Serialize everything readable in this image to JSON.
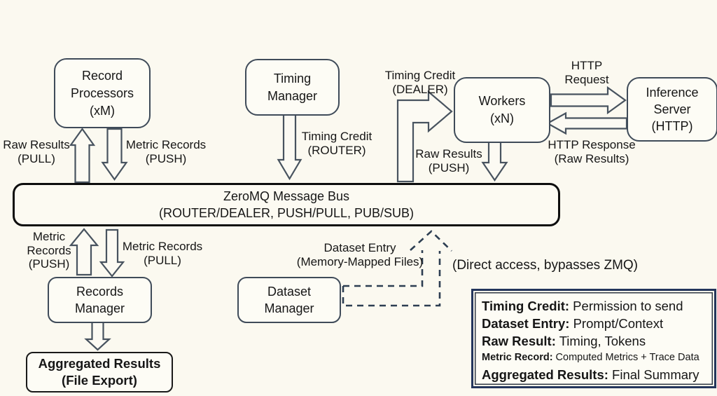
{
  "title": "ZeroMQ benchmarking architecture diagram",
  "colors": {
    "background": "#fbf9f0",
    "node_border": "#3f4b59",
    "bus_border": "#0d0d0d",
    "arrow_outline": "#48535f",
    "arrow_fill": "#fcfaf3",
    "dashed_arrow": "#2d3e52",
    "legend_border": "#24365c",
    "text": "#161616"
  },
  "nodes": {
    "record_processors": {
      "line1": "Record",
      "line2": "Processors",
      "line3": "(xM)"
    },
    "timing_manager": {
      "line1": "Timing",
      "line2": "Manager"
    },
    "workers": {
      "line1": "Workers",
      "line2": "(xN)"
    },
    "inference_server": {
      "line1": "Inference",
      "line2": "Server",
      "line3": "(HTTP)"
    },
    "bus": {
      "line1": "ZeroMQ Message Bus",
      "line2": "(ROUTER/DEALER, PUSH/PULL, PUB/SUB)"
    },
    "records_manager": {
      "line1": "Records",
      "line2": "Manager"
    },
    "dataset_manager": {
      "line1": "Dataset",
      "line2": "Manager"
    },
    "aggregated_results": {
      "line1": "Aggregated Results",
      "line2": "(File Export)"
    }
  },
  "edge_labels": {
    "raw_results_pull": {
      "line1": "Raw Results",
      "line2": "(PULL)"
    },
    "metric_records_push_top": {
      "line1": "Metric Records",
      "line2": "(PUSH)"
    },
    "timing_credit_router": {
      "line1": "Timing Credit",
      "line2": "(ROUTER)"
    },
    "timing_credit_dealer": {
      "line1": "Timing Credit",
      "line2": "(DEALER)"
    },
    "http_request": {
      "line1": "HTTP",
      "line2": "Request"
    },
    "http_response": {
      "line1": "HTTP Response",
      "line2": "(Raw Results)"
    },
    "raw_results_push": {
      "line1": "Raw Results",
      "line2": "(PUSH)"
    },
    "metric_records_push_bottom": {
      "line1": "Metric",
      "line2": "Records",
      "line3": "(PUSH)"
    },
    "metric_records_pull": {
      "line1": "Metric Records",
      "line2": "(PULL)"
    },
    "dataset_entry": {
      "line1": "Dataset Entry",
      "line2": "(Memory-Mapped Files)"
    },
    "direct_access": "(Direct access, bypasses ZMQ)"
  },
  "legend": {
    "items": [
      {
        "term": "Timing Credit:",
        "desc": " Permission to send"
      },
      {
        "term": "Dataset Entry:",
        "desc": " Prompt/Context"
      },
      {
        "term": "Raw Result:",
        "desc": " Timing, Tokens"
      },
      {
        "term": "Metric Record:",
        "desc": " Computed Metrics + Trace Data"
      },
      {
        "term": "Aggregated Results:",
        "desc": " Final Summary"
      }
    ]
  }
}
